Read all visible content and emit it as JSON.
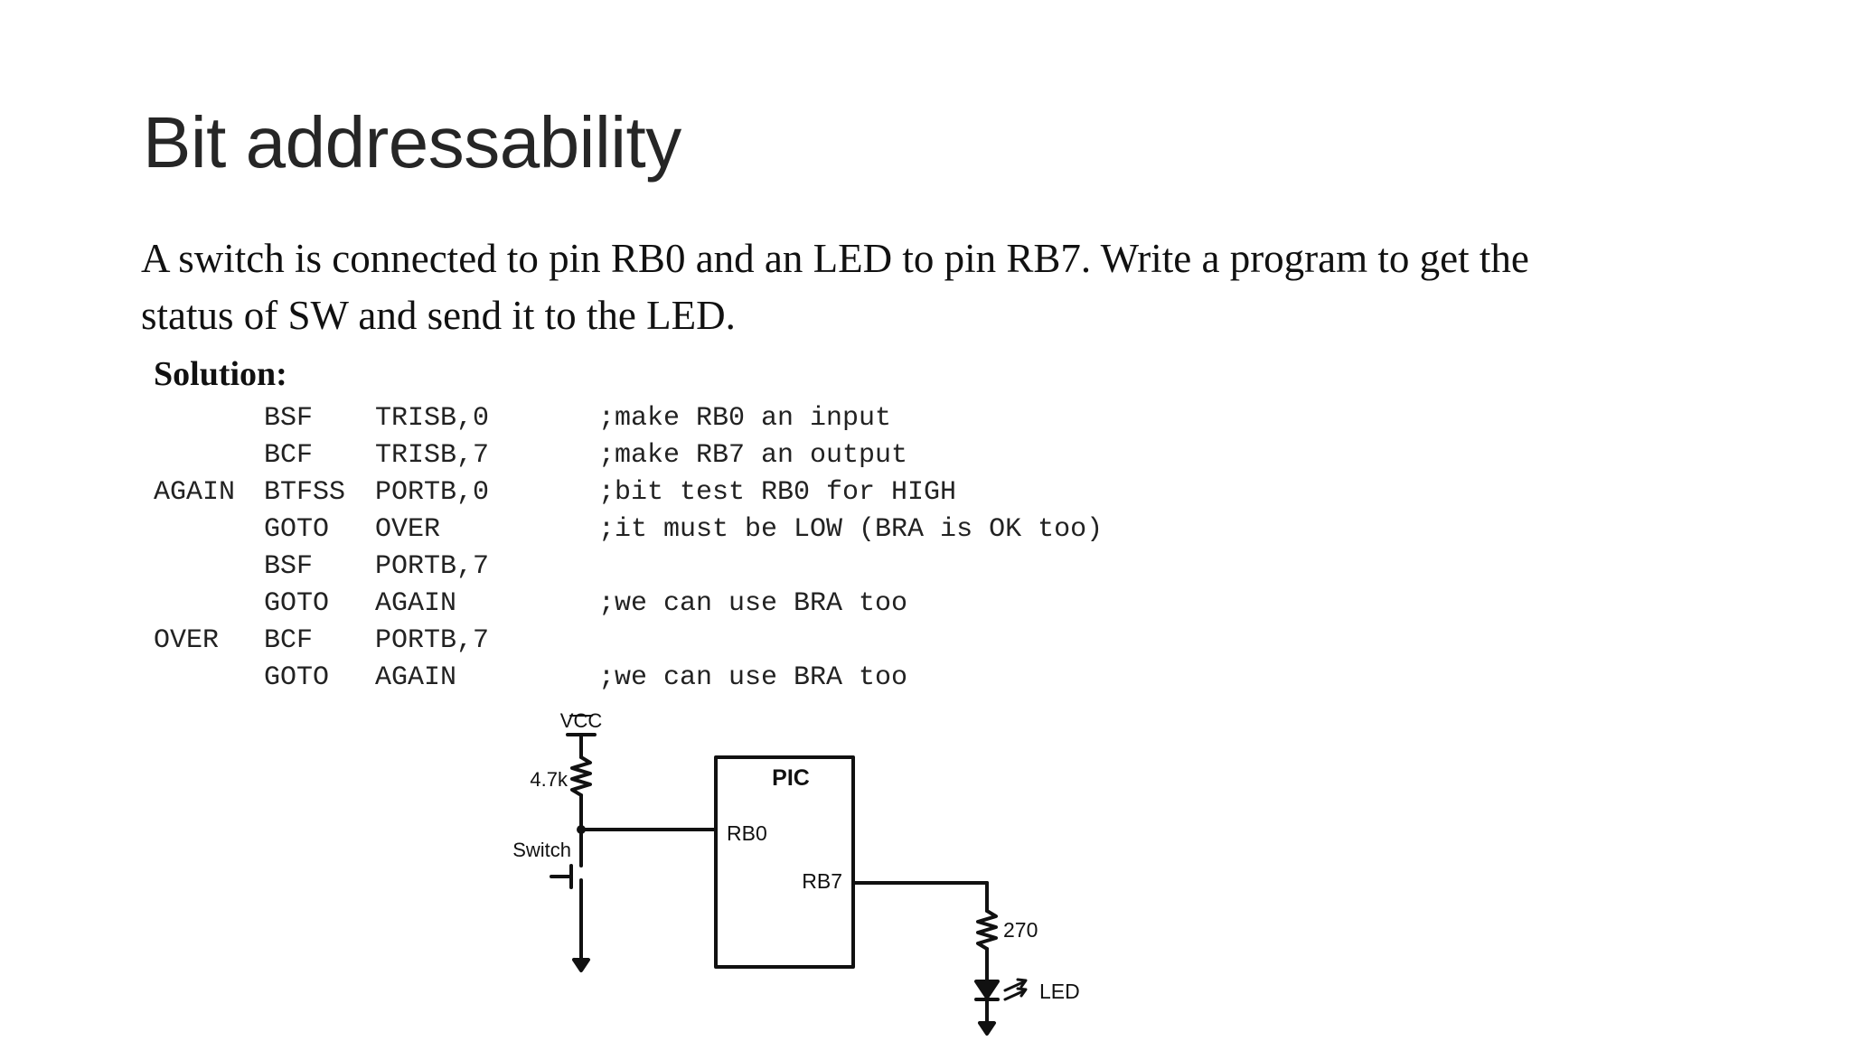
{
  "slide": {
    "title": "Bit addressability",
    "problem_lines": [
      "A switch is connected to pin RB0 and an LED to pin RB7. Write a program to get the",
      "status of SW and send it to the LED."
    ],
    "solution_label": "Solution:"
  },
  "code": [
    {
      "label": "",
      "op": "BSF",
      "arg": "TRISB,0",
      "comment": ";make RB0 an input"
    },
    {
      "label": "",
      "op": "BCF",
      "arg": "TRISB,7",
      "comment": ";make RB7 an output"
    },
    {
      "label": "AGAIN",
      "op": "BTFSS",
      "arg": "PORTB,0",
      "comment": ";bit test RB0 for HIGH"
    },
    {
      "label": "",
      "op": "GOTO",
      "arg": "OVER",
      "comment": ";it must be LOW (BRA is OK too)"
    },
    {
      "label": "",
      "op": "BSF",
      "arg": "PORTB,7",
      "comment": ""
    },
    {
      "label": "",
      "op": "GOTO",
      "arg": "AGAIN",
      "comment": ";we can use BRA too"
    },
    {
      "label": "OVER",
      "op": "BCF",
      "arg": "PORTB,7",
      "comment": ""
    },
    {
      "label": "",
      "op": "GOTO",
      "arg": "AGAIN",
      "comment": ";we can use BRA too"
    }
  ],
  "circuit": {
    "vcc": "VCC",
    "pullup_resistor": "4.7k",
    "switch": "Switch",
    "chip": "PIC",
    "pin_in": "RB0",
    "pin_out": "RB7",
    "led_resistor": "270",
    "led": "LED"
  }
}
